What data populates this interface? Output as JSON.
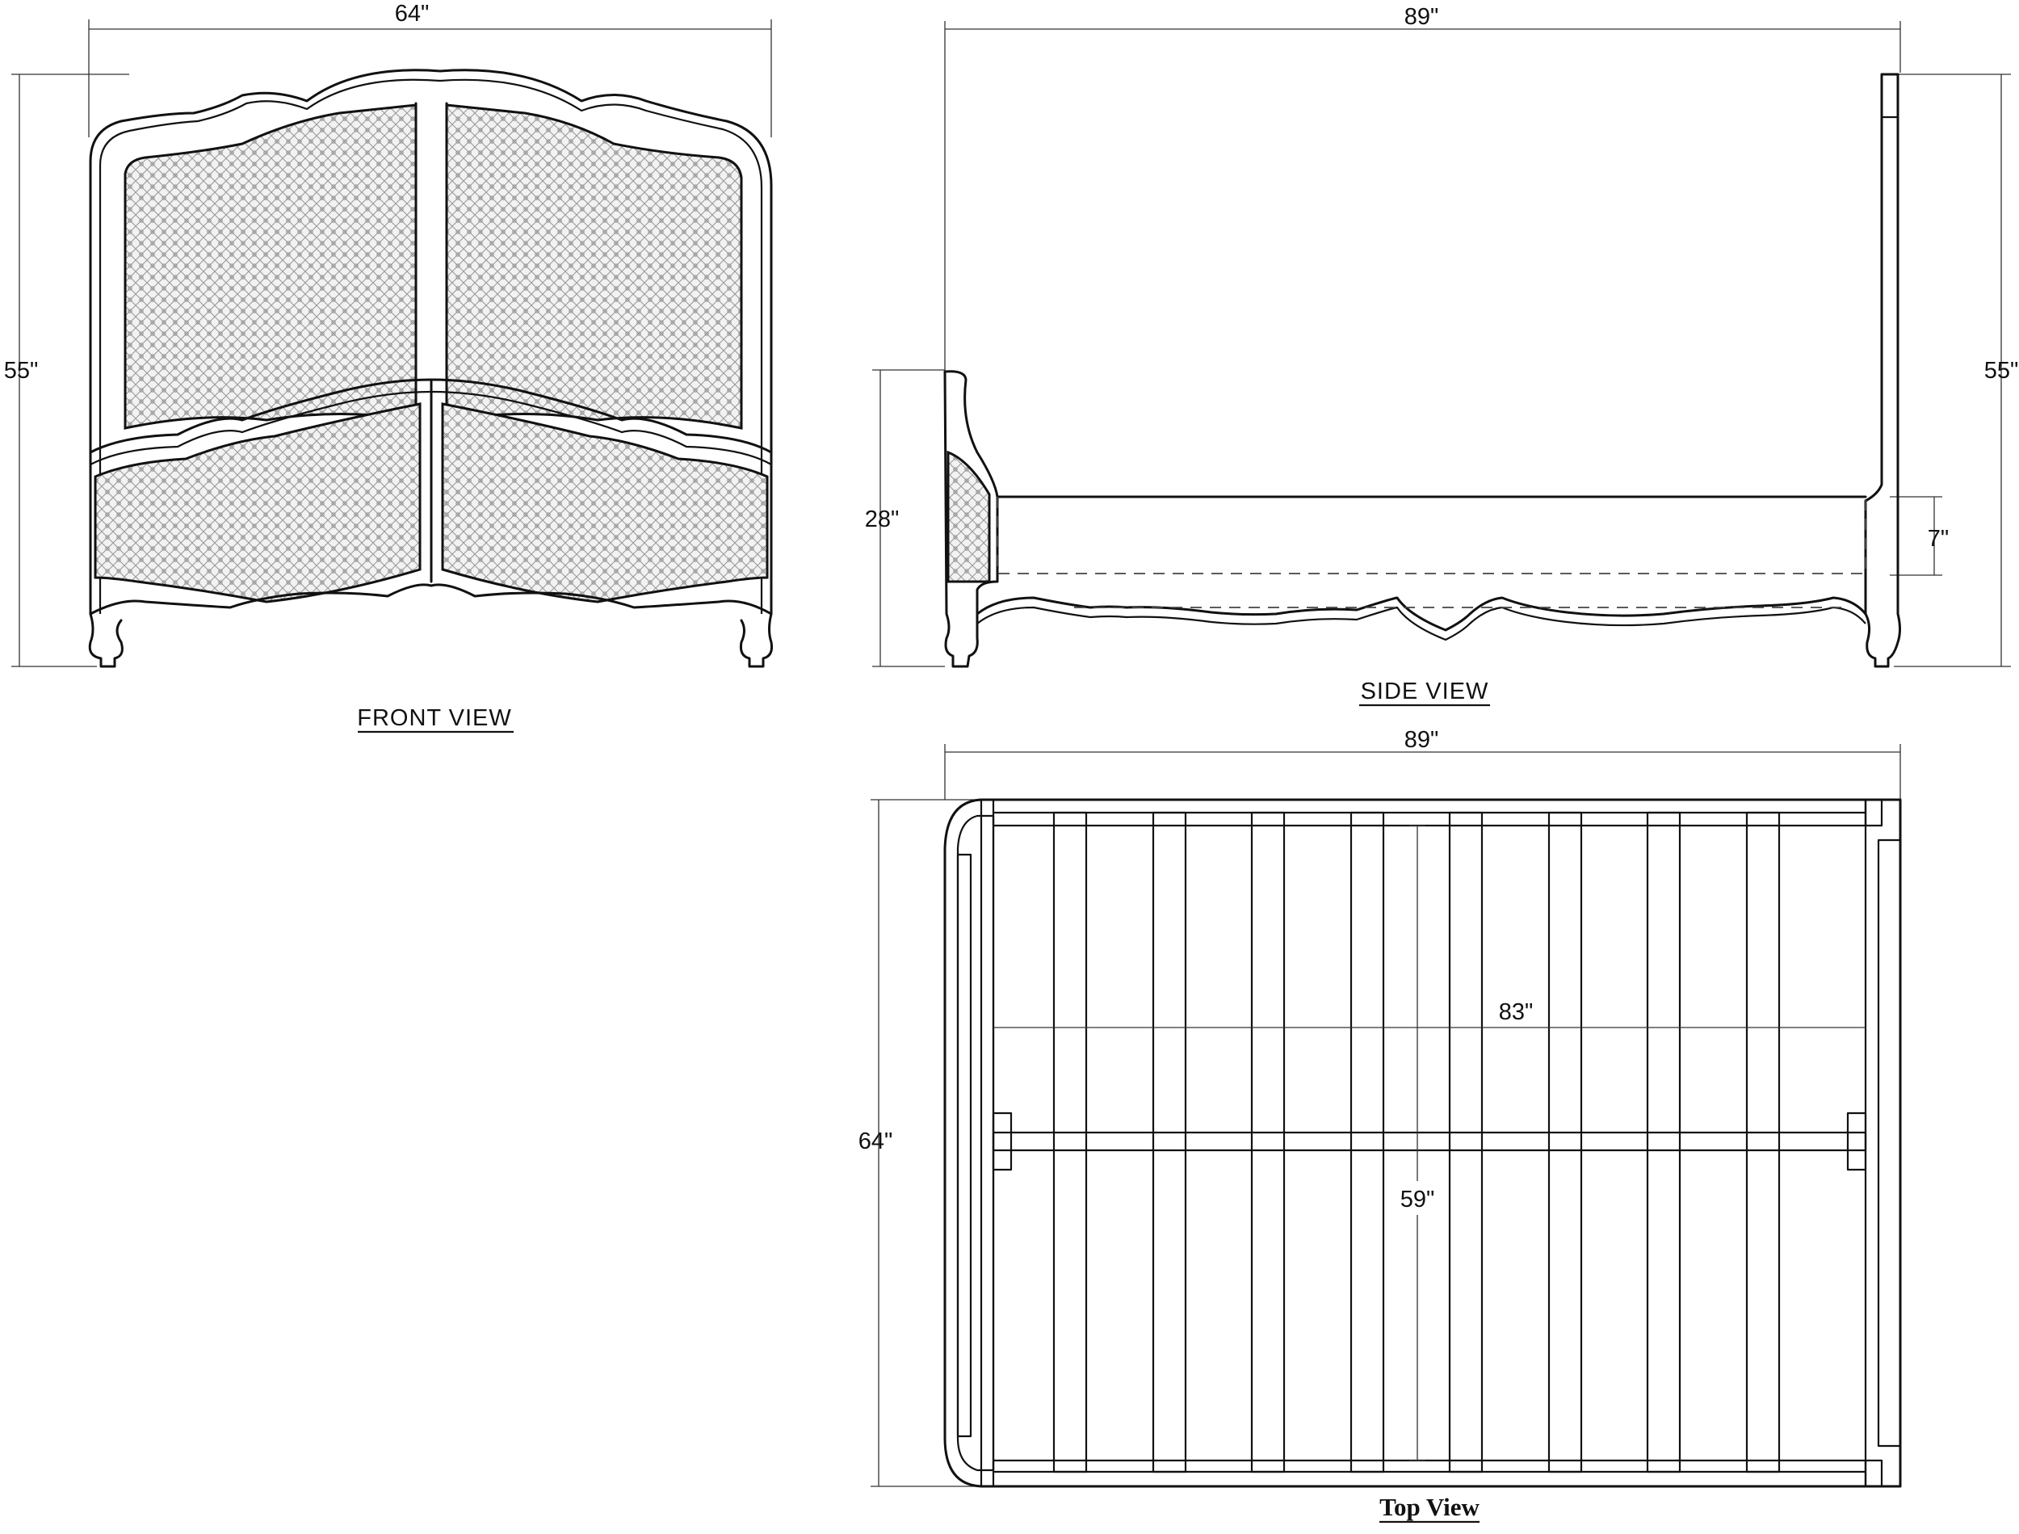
{
  "front_view": {
    "label": "FRONT VIEW",
    "width_dim": "64\"",
    "height_dim": "55\""
  },
  "side_view": {
    "label": "SIDE VIEW",
    "length_dim": "89\"",
    "headboard_height_dim": "55\"",
    "footboard_height_dim": "28\"",
    "rail_height_dim": "7\""
  },
  "top_view": {
    "label": "Top View",
    "length_dim": "89\"",
    "width_dim": "64\"",
    "inner_length_dim": "83\"",
    "inner_width_dim": "59\""
  }
}
